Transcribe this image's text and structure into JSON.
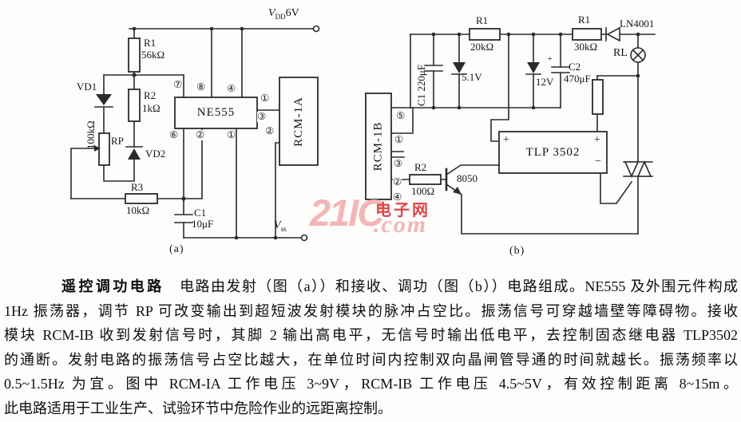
{
  "page": {
    "background": "#fdfdfc",
    "ink_color": "#2b2b2b",
    "watermark_pink": "#f3b5b5",
    "watermark_red": "#dd4747"
  },
  "watermark": {
    "big": "21IC",
    "cn": "电子网",
    "com": ".com"
  },
  "circuit_a": {
    "caption": "(a)",
    "supply_pos": {
      "sym": "V",
      "sub": "DD",
      "val": "6V"
    },
    "supply_neg": {
      "sym": "V",
      "sub": "ss"
    },
    "r1": {
      "name": "R1",
      "value": "56kΩ"
    },
    "r2": {
      "name": "R2",
      "value": "1kΩ"
    },
    "r3": {
      "name": "R3",
      "value": "10kΩ"
    },
    "rp": {
      "name": "RP",
      "value": "100kΩ"
    },
    "vd1": "VD1",
    "vd2": "VD2",
    "c1": {
      "name": "C1",
      "value": "10μF"
    },
    "ic": "NE555",
    "module": "RCM-1A",
    "pins_top": [
      "⑦",
      "⑧",
      "④"
    ],
    "pins_bottom": [
      "⑥",
      "②",
      "①"
    ],
    "pins_right": [
      "①",
      "③",
      "②"
    ]
  },
  "circuit_b": {
    "caption": "(b)",
    "c1": {
      "name": "C1",
      "value": "220μF"
    },
    "zd1": "5.1V",
    "zd2": "12V",
    "r1a": {
      "name": "R1",
      "value": "20kΩ"
    },
    "r1b": {
      "name": "R1",
      "value": "30kΩ"
    },
    "diode": "LN4001",
    "load": "RL",
    "c2": {
      "name": "C2",
      "value": "470μF",
      "polarity": "+"
    },
    "ssr": {
      "name": "TLP 3502",
      "plus_in": "+",
      "plus_out": "+",
      "minus_out": "−"
    },
    "r2": {
      "name": "R2",
      "value": "100Ω"
    },
    "transistor": "8050",
    "module": "RCM-1B",
    "pins": [
      "⑤",
      "①",
      "③",
      "②",
      "④"
    ]
  },
  "description": {
    "title": "遥控调功电路",
    "line1_rest": "　电路由发射（图（a））和接收、调功（图（b））电路组成。NE555 及外围元件构成",
    "lines": [
      "1Hz 振荡器，调节 RP 可改变输出到超短波发射模块的脉冲占空比。振荡信号可穿越墙壁等障碍物。接收",
      "模块 RCM-IB 收到发射信号时，其脚 2 输出高电平，无信号时输出低电平，去控制固态继电器 TLP3502",
      "的通断。发射电路的振荡信号占空比越大，在单位时间内控制双向晶闸管导通的时间就越长。振荡频率以",
      "0.5~1.5Hz 为宜。图中 RCM-IA 工作电压 3~9V，RCM-IB 工作电压 4.5~5V，有效控制距离 8~15m。"
    ],
    "last_line": "此电路适用于工业生产、试验环节中危险作业的远距离控制。"
  }
}
